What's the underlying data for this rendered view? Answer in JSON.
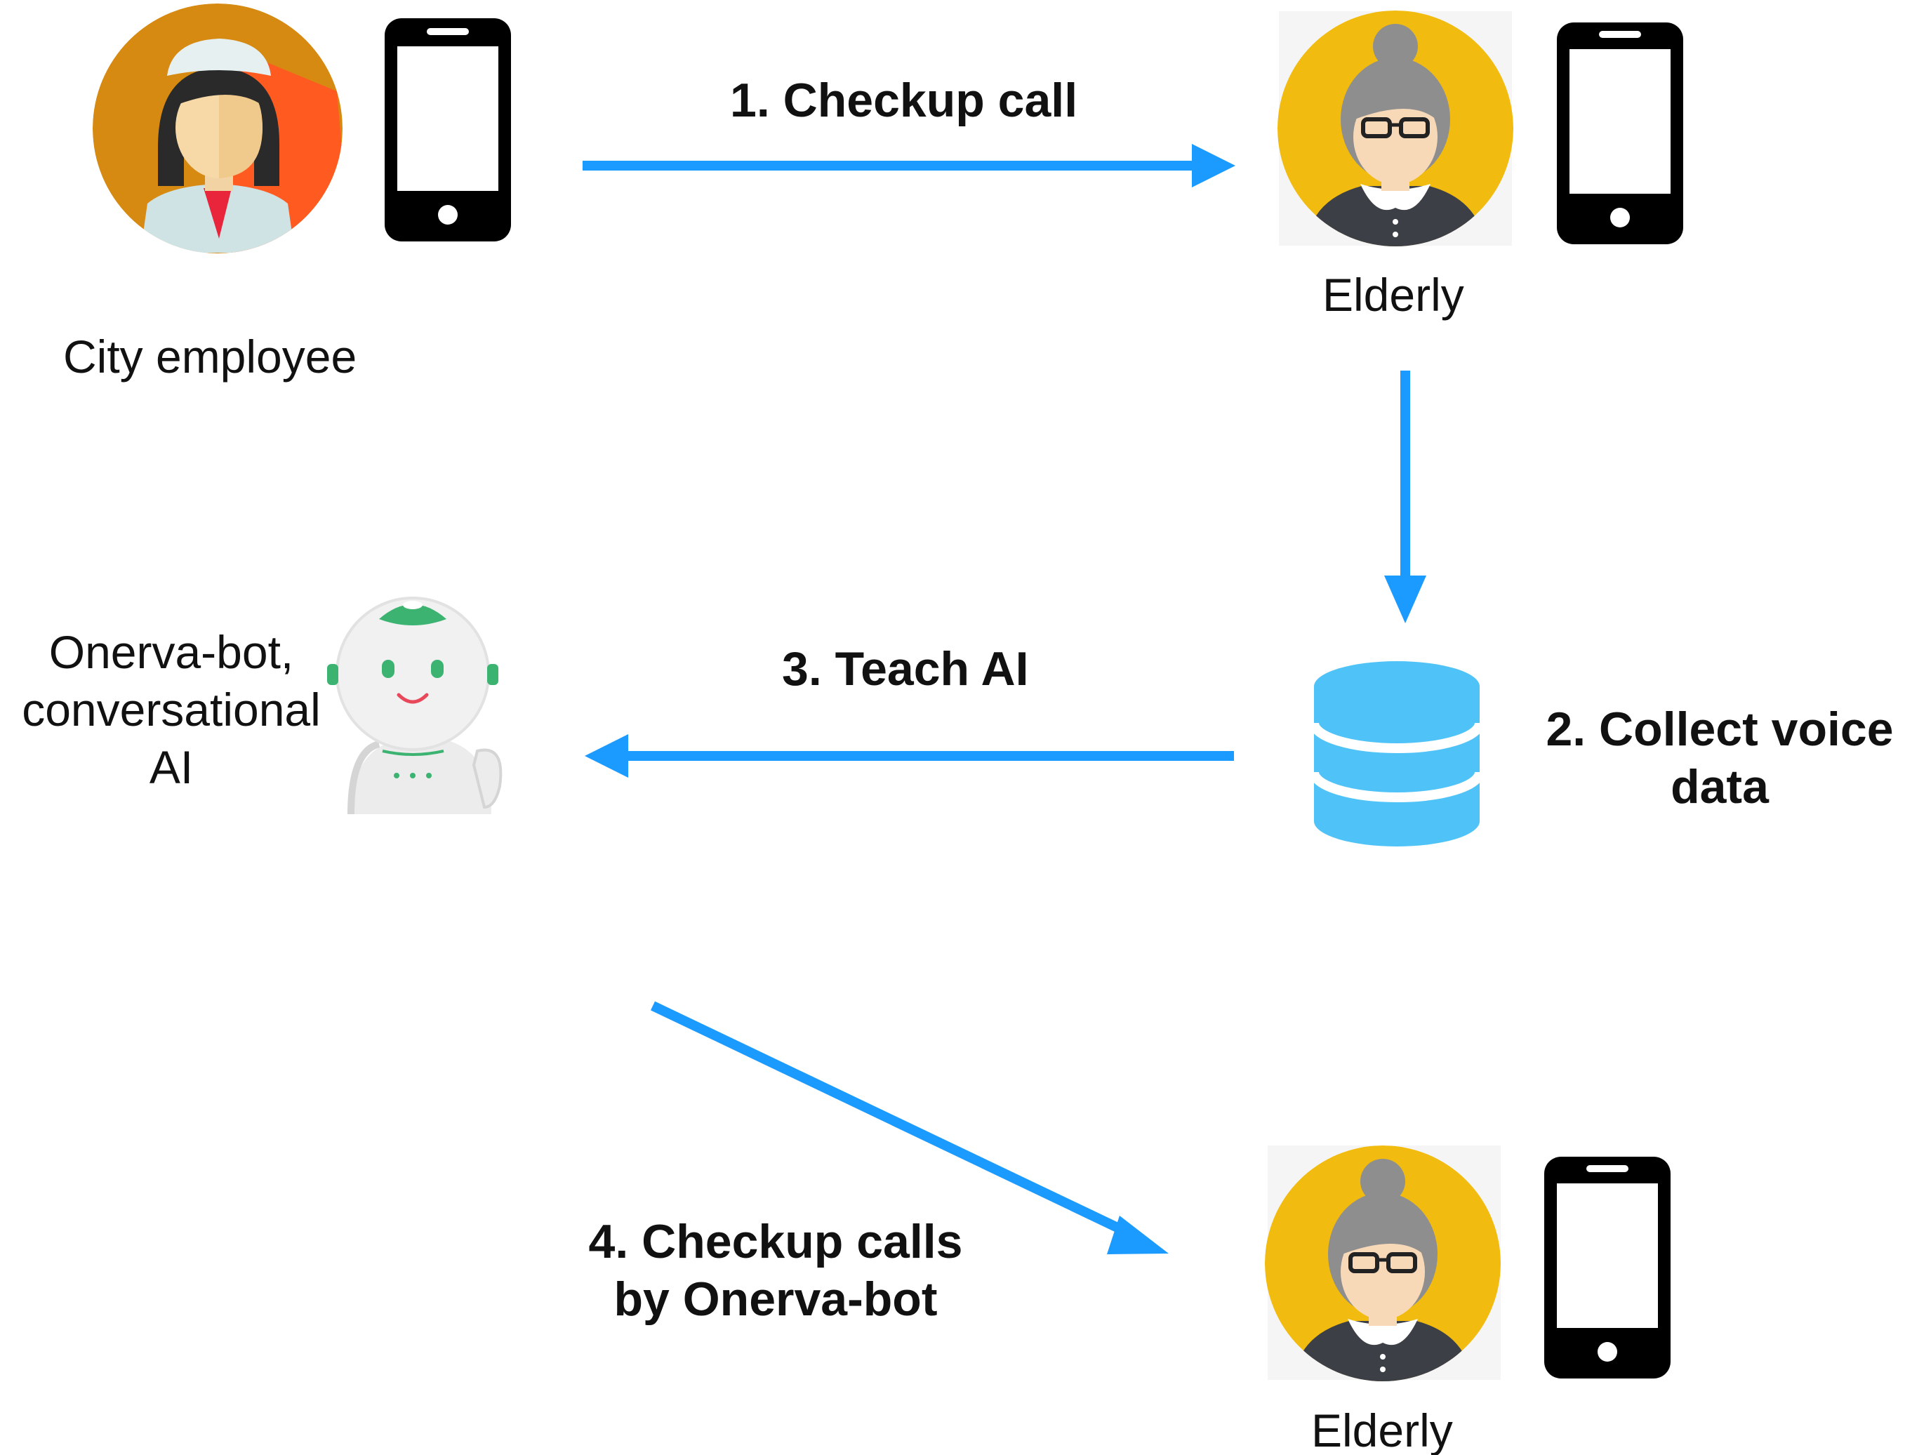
{
  "actors": {
    "city_employee": "City employee",
    "elderly_top": "Elderly",
    "elderly_bottom": "Elderly",
    "bot_line1": "Onerva-bot,",
    "bot_line2": "conversational",
    "bot_line3": "AI"
  },
  "steps": {
    "step1": "1. Checkup call",
    "step2_line1": "2. Collect voice",
    "step2_line2": "data",
    "step3": "3. Teach AI",
    "step4_line1": "4. Checkup calls",
    "step4_line2": "by Onerva-bot"
  },
  "colors": {
    "arrow": "#1b9aff",
    "database": "#4fc3f7",
    "employee_bg": "#d68a12",
    "employee_accent": "#ff5a1f",
    "elderly_bg": "#f2bb0f",
    "bot_green": "#3cb371",
    "phone": "#000000"
  },
  "icons": {
    "employee": "nurse-avatar-icon",
    "elderly": "elderly-woman-avatar-icon",
    "phone": "smartphone-icon",
    "database": "database-icon",
    "bot": "robot-icon"
  }
}
